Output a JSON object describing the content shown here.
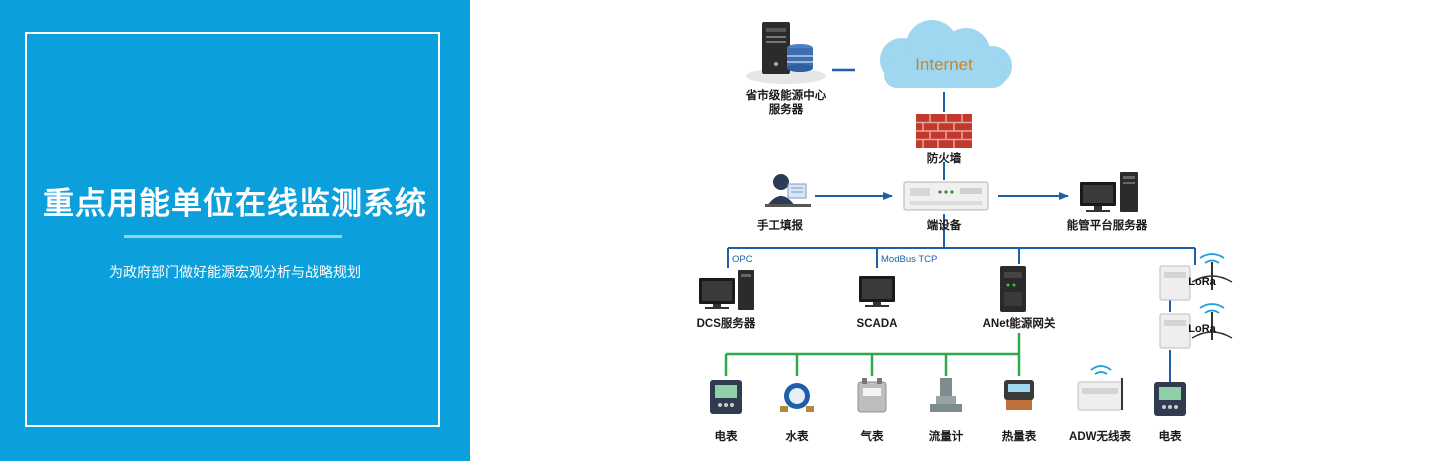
{
  "banner": {
    "title": "重点用能单位在线监测系统",
    "subtitle": "为政府部门做好能源宏观分析与战略规划"
  },
  "diagram": {
    "internet": "Internet",
    "provincial_server": [
      "省市级能源中心",
      "服务器"
    ],
    "firewall": "防火墙",
    "manual_entry": "手工填报",
    "terminal_device": "端设备",
    "platform_server": "能管平台服务器",
    "protocols": {
      "opc": "OPC",
      "modbus": "ModBus TCP"
    },
    "systems": {
      "dcs": "DCS服务器",
      "scada": "SCADA",
      "gateway": "ANet能源网关"
    },
    "lora_label": "LoRa",
    "meters": {
      "electric": "电表",
      "water": "水表",
      "gas": "气表",
      "flow": "流量计",
      "heat": "热量表",
      "adw_wireless": "ADW无线表",
      "electric_lora": "电表"
    },
    "colors": {
      "blue_line": "#1d5fa8",
      "green_line": "#2ea84a",
      "firewall": "#c0392b",
      "cloud": "#9fd6f0"
    }
  }
}
